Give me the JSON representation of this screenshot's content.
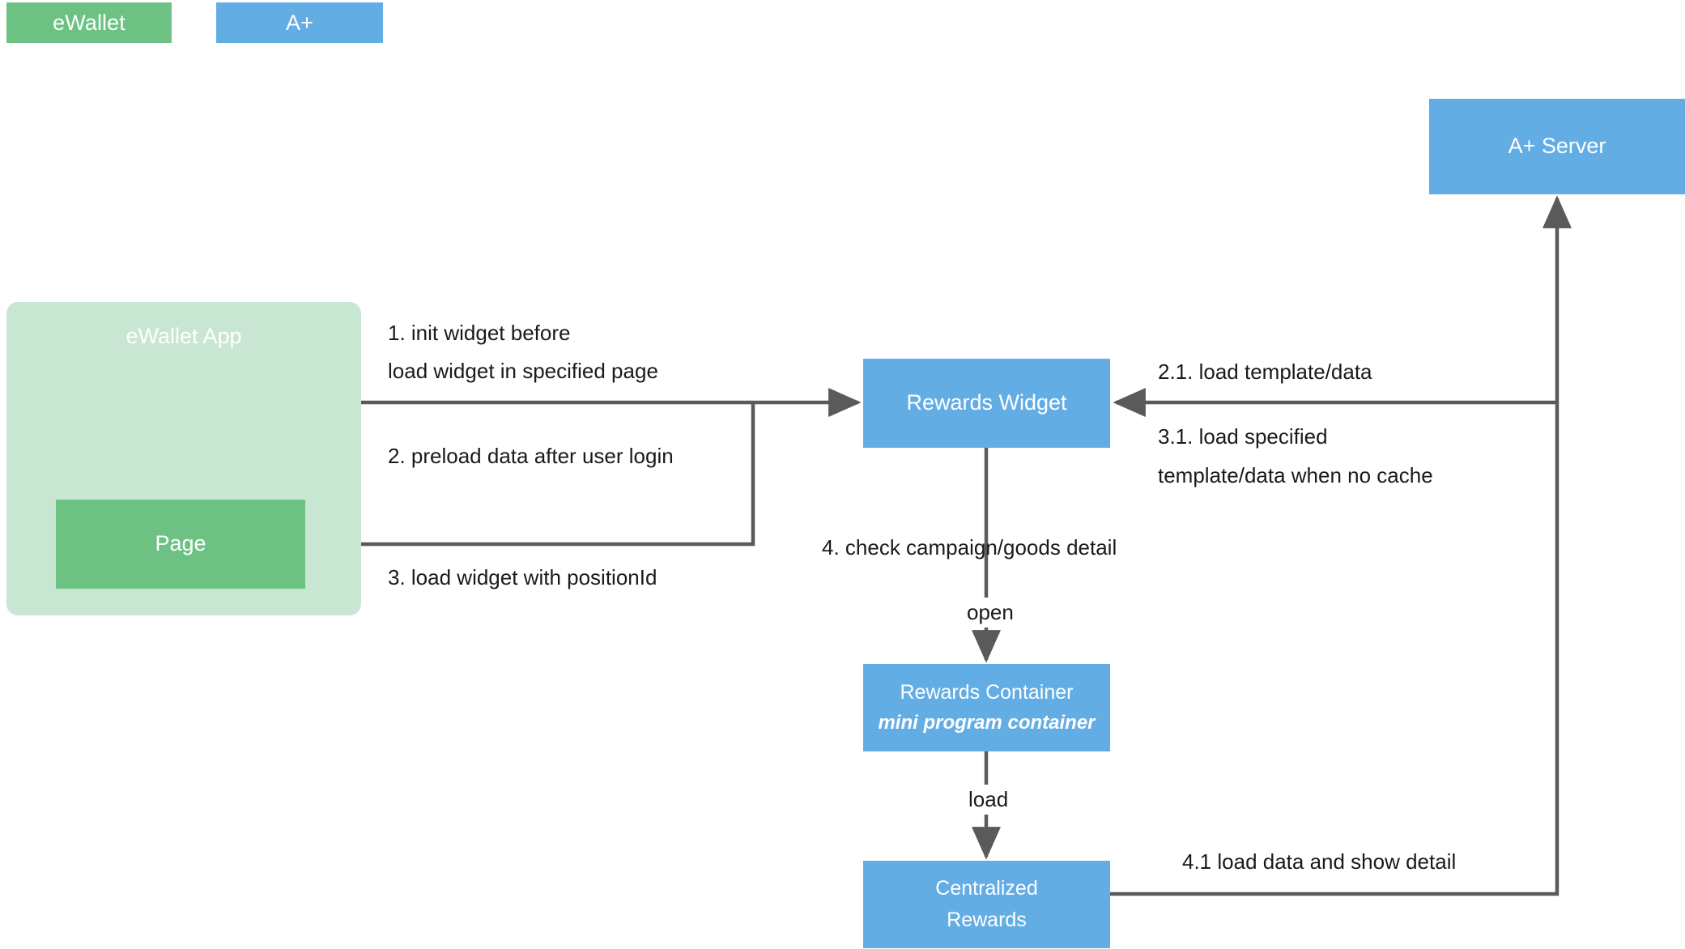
{
  "diagram": {
    "title_legend": [
      {
        "label": "eWallet",
        "color": "#6DC283"
      },
      {
        "label": "A+",
        "color": "#63ADE5"
      }
    ],
    "nodes": {
      "ewallet_app": {
        "label": "eWallet App",
        "color": "#C9E6D2"
      },
      "page": {
        "label": "Page",
        "color": "#6DC283"
      },
      "rewards_widget": {
        "label": "Rewards Widget",
        "color": "#63ADE5"
      },
      "aplus_server": {
        "label": "A+ Server",
        "color": "#63ADE5"
      },
      "rewards_container": {
        "label": "Rewards Container",
        "sublabel": "mini program container",
        "color": "#63ADE5"
      },
      "centralized_rewards": {
        "label_line1": "Centralized",
        "label_line2": "Rewards",
        "color": "#63ADE5"
      }
    },
    "edge_labels": {
      "step1_line1": "1. init widget before",
      "step1_line2": "load widget in specified page",
      "step2": "2. preload data after user login",
      "step3": "3. load widget with positionId",
      "step21": "2.1. load template/data",
      "step31_line1": "3.1. load specified",
      "step31_line2": "template/data when no cache",
      "step4": "4. check campaign/goods detail",
      "open": "open",
      "load": "load",
      "step41": "4.1 load data and show detail"
    },
    "colors": {
      "edge": "#5A5A5A",
      "text": "#1a1a1a",
      "background": "#ffffff"
    }
  }
}
